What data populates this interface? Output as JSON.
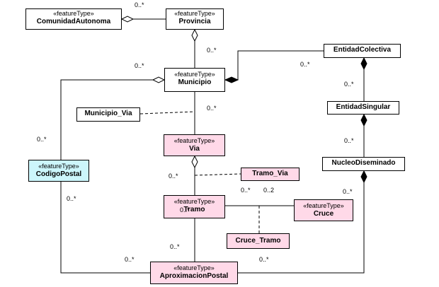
{
  "classes": {
    "comunidad": {
      "stereotype": "«featureType»",
      "name": "ComunidadAutonoma"
    },
    "provincia": {
      "stereotype": "«featureType»",
      "name": "Provincia"
    },
    "municipio": {
      "stereotype": "«featureType»",
      "name": "Municipio"
    },
    "municipio_via": {
      "name": "Municipio_Via"
    },
    "entidad_colectiva": {
      "name": "EntidadColectiva"
    },
    "entidad_singular": {
      "name": "EntidadSingular"
    },
    "nucleo_diseminado": {
      "name": "NucleoDiseminado"
    },
    "via": {
      "stereotype": "«featureType»",
      "name": "Via"
    },
    "codigo_postal": {
      "stereotype": "«featureType»",
      "name": "CodigoPostal"
    },
    "tramo_via": {
      "name": "Tramo_Via"
    },
    "tramo": {
      "stereotype": "«featureType»",
      "name": "Tramo"
    },
    "cruce": {
      "stereotype": "«featureType»",
      "name": "Cruce"
    },
    "cruce_tramo": {
      "name": "Cruce_Tramo"
    },
    "aproximacion_postal": {
      "stereotype": "«featureType»",
      "name": "AproximacionPostal"
    }
  },
  "multiplicities": {
    "m1": "0..*",
    "m2": "0..*",
    "m3": "0..*",
    "m4": "0..*",
    "m5": "0..*",
    "m6": "0..*",
    "m7": "0..*",
    "m8": "0..*",
    "m9": "0..*",
    "m10": "0..*",
    "m11": "0..*",
    "m12": "0..2",
    "m13": "0..*",
    "m14": "0..*",
    "m15": "0..*",
    "m16": "0..*",
    "m17": "0..*"
  },
  "colors": {
    "white_fill": "#ffffff",
    "pink_fill": "#ffd9e8",
    "cyan_fill": "#ccf6fb",
    "line": "#000000"
  }
}
